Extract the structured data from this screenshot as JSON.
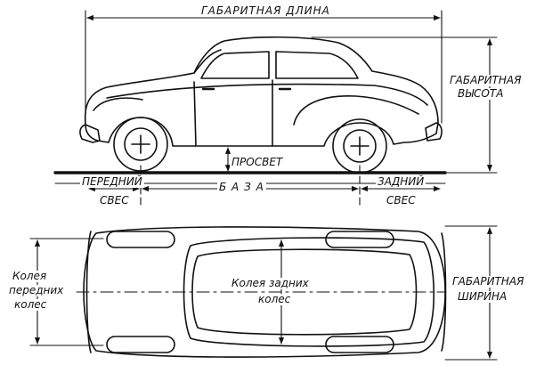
{
  "labels": {
    "overall_length": "ГАБАРИТНАЯ  ДЛИНА",
    "overall_height_1": "ГАБАРИТНАЯ",
    "overall_height_2": "ВЫСОТА",
    "clearance": "ПРОСВЕТ",
    "front_overhang_1": "ПЕРЕДНИЙ",
    "front_overhang_2": "СВЕС",
    "wheelbase": "Б А З А",
    "rear_overhang_1": "ЗАДНИЙ",
    "rear_overhang_2": "СВЕС",
    "front_track_1": "Колея",
    "front_track_2": "передних",
    "front_track_3": "колес",
    "rear_track_1": "Колея задних",
    "rear_track_2": "колес",
    "overall_width_1": "ГАБАРИТНАЯ",
    "overall_width_2": "ШИРИНА"
  },
  "colors": {
    "ink": "#111111",
    "paper": "#ffffff"
  }
}
